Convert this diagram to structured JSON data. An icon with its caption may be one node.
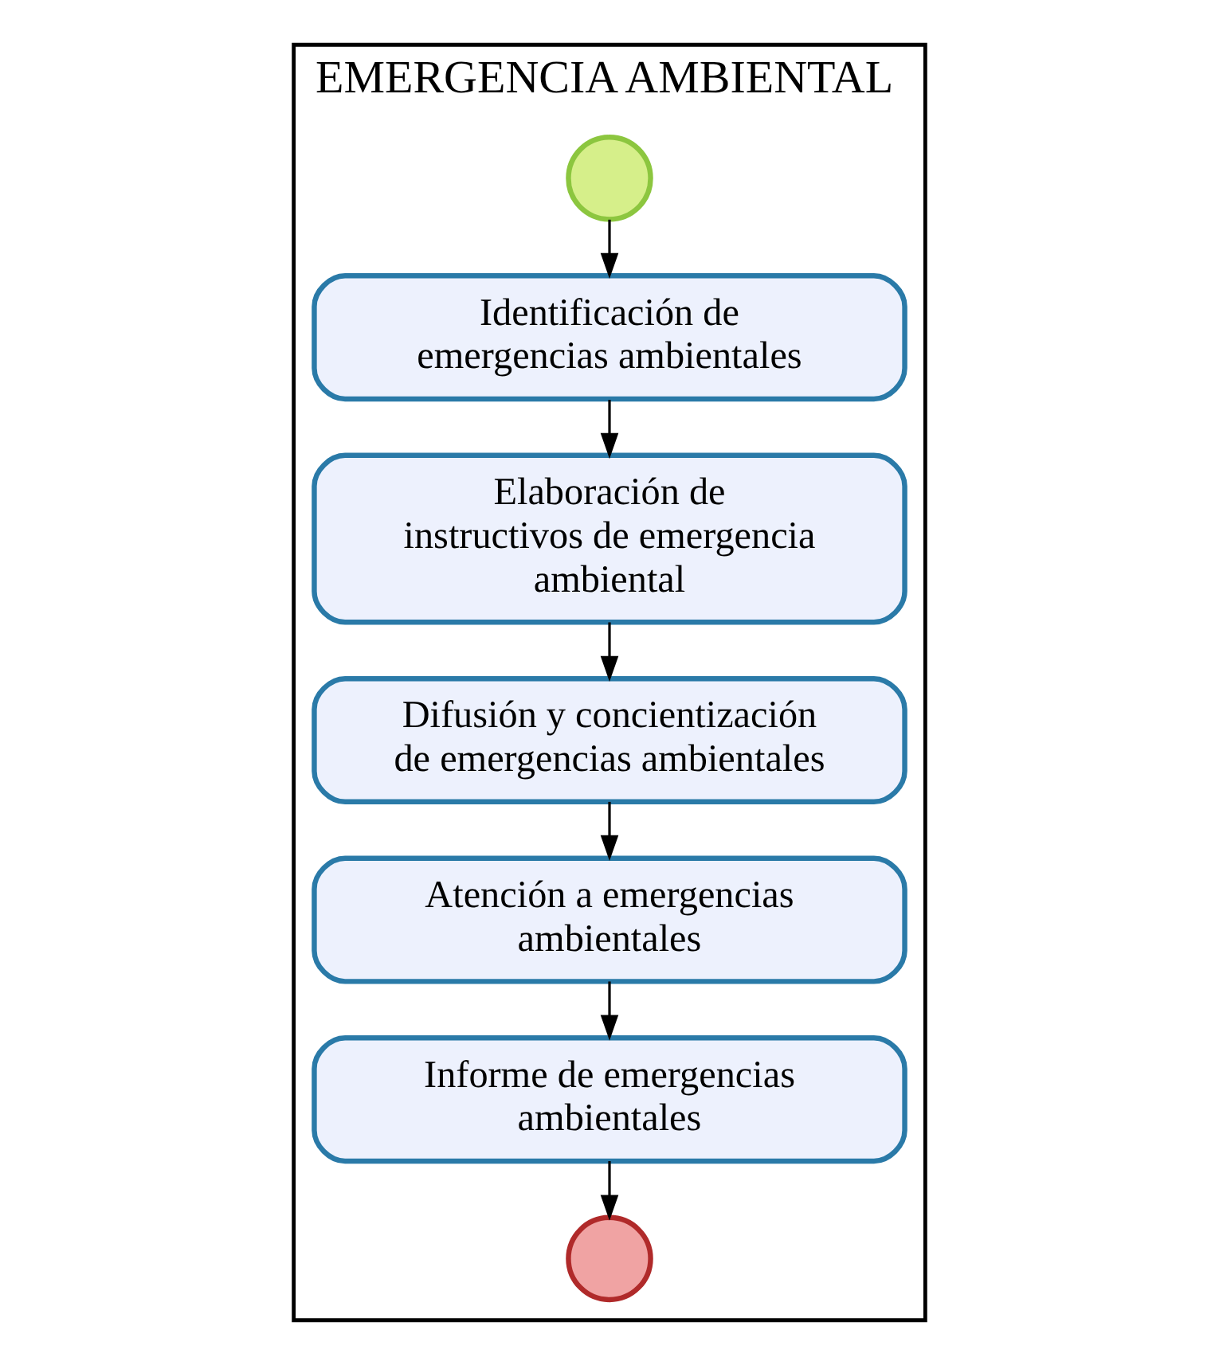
{
  "diagram": {
    "nodes": [
      {
        "text": [
          "EMERGENCIA AMBIENTAL"
        ]
      },
      {
        "text": [],
        "shape": "circle",
        "in": 0
      },
      {
        "text": [
          "Identificación de emergencias ambientales"
        ],
        "in": 0
      },
      {
        "text": [
          "Elaboración de instructivos de emergencia ambiental"
        ],
        "in": 0
      },
      {
        "text": [
          "Difusión y concientización de emergencias ambientales"
        ],
        "in": 0
      },
      {
        "text": [
          "Atención a emergencias ambientales"
        ],
        "in": 0
      },
      {
        "text": [
          "Informe de emergencias ambientales"
        ],
        "in": 0
      },
      {
        "text": [],
        "shape": "circle",
        "in": 0
      }
    ],
    "edges": [
      {
        "from": 1,
        "to": 2,
        "arrow": "to"
      },
      {
        "from": 2,
        "to": 3,
        "arrow": "to"
      },
      {
        "from": 3,
        "to": 4,
        "arrow": "to"
      },
      {
        "from": 4,
        "to": 5,
        "arrow": "to"
      },
      {
        "from": 5,
        "to": 6,
        "arrow": "to"
      },
      {
        "from": 6,
        "to": 7,
        "arrow": "to"
      }
    ]
  }
}
